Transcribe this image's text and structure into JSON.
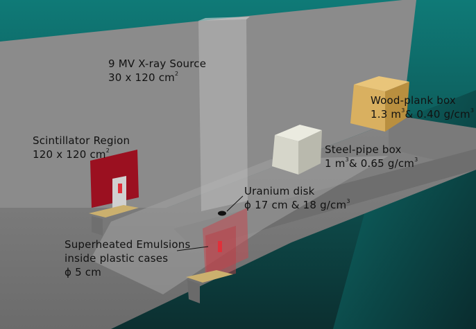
{
  "labels": {
    "source": {
      "line1": "9 MV X-ray Source",
      "line2": "30 x 120 cm",
      "sup2": "2"
    },
    "scint": {
      "line1": "Scintillator Region",
      "line2": "120 x 120 cm",
      "sup2": "2"
    },
    "wood": {
      "line1": "Wood-plank box",
      "line2a": "1.3 m",
      "sup_a": "3",
      "line2b": "& 0.40 g/cm",
      "sup_b": "3"
    },
    "steel": {
      "line1": "Steel-pipe box",
      "line2a": "1 m",
      "sup_a": "3",
      "line2b": "& 0.65 g/cm",
      "sup_b": "3"
    },
    "uranium": {
      "line1": "Uranium disk",
      "line2": "ϕ 17 cm & 18 g/cm",
      "sup2": "3"
    },
    "emulsion": {
      "line1": "Superheated Emulsions",
      "line2": "inside plastic cases",
      "line3": "ϕ 5 cm"
    }
  },
  "colors": {
    "background_teal": "#1a6f6d",
    "wall_gray": "#8a8a8a",
    "floor_gray": "#7f7f7f",
    "scintillator_red": "#9b1020",
    "wood_box": "#d9b060",
    "steel_box": "#d8d8cc",
    "bench_tan": "#cbb06e",
    "source_beam": "#c8c8c8"
  }
}
